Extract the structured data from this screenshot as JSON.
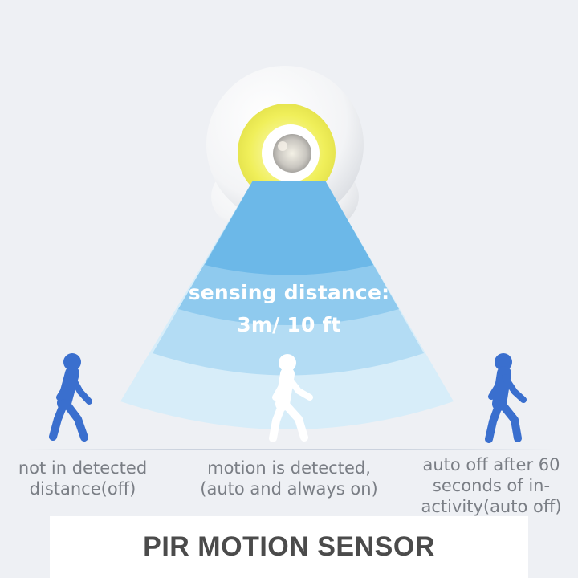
{
  "sensing": {
    "line1": "sensing distance:",
    "line2": "3m/ 10 ft"
  },
  "captions": {
    "left": [
      "not in detected",
      "distance(off)"
    ],
    "center": [
      "motion is detected,",
      "(auto and always on)"
    ],
    "right": [
      "auto off after 60",
      "seconds of in-",
      "activity(auto off)"
    ]
  },
  "banner": {
    "title": "PIR MOTION SENSOR"
  },
  "colors": {
    "background": "#eef0f4",
    "figure_blue": "#3a6fce",
    "figure_white": "#ffffff",
    "beam_outer": "#d7edf9",
    "beam_mid": "#b3dcf4",
    "beam_inner": "#8fcaee",
    "beam_core": "#6cb8e8",
    "lens_yellow": "#f0ef5a",
    "caption_text": "#7a7e85",
    "banner_text": "#4b4b4b"
  }
}
